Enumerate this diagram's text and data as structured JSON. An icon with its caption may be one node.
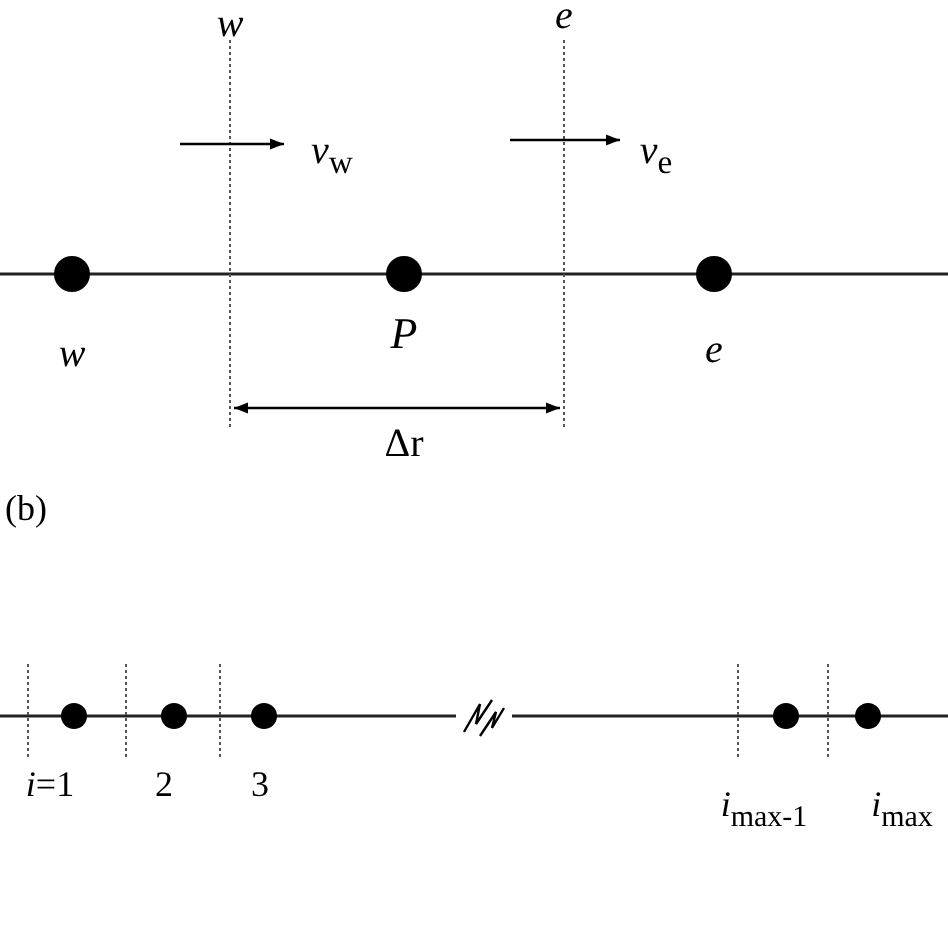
{
  "diagram": {
    "labels": [
      "w",
      "e",
      "*v*$_{w}$",
      "*v*$_{e}$",
      "w",
      "P",
      "e",
      "Δr",
      "(b)",
      "*i*=1",
      "2",
      "3",
      "*i*$_{max-1}$",
      "*i*$_{max}$"
    ]
  }
}
